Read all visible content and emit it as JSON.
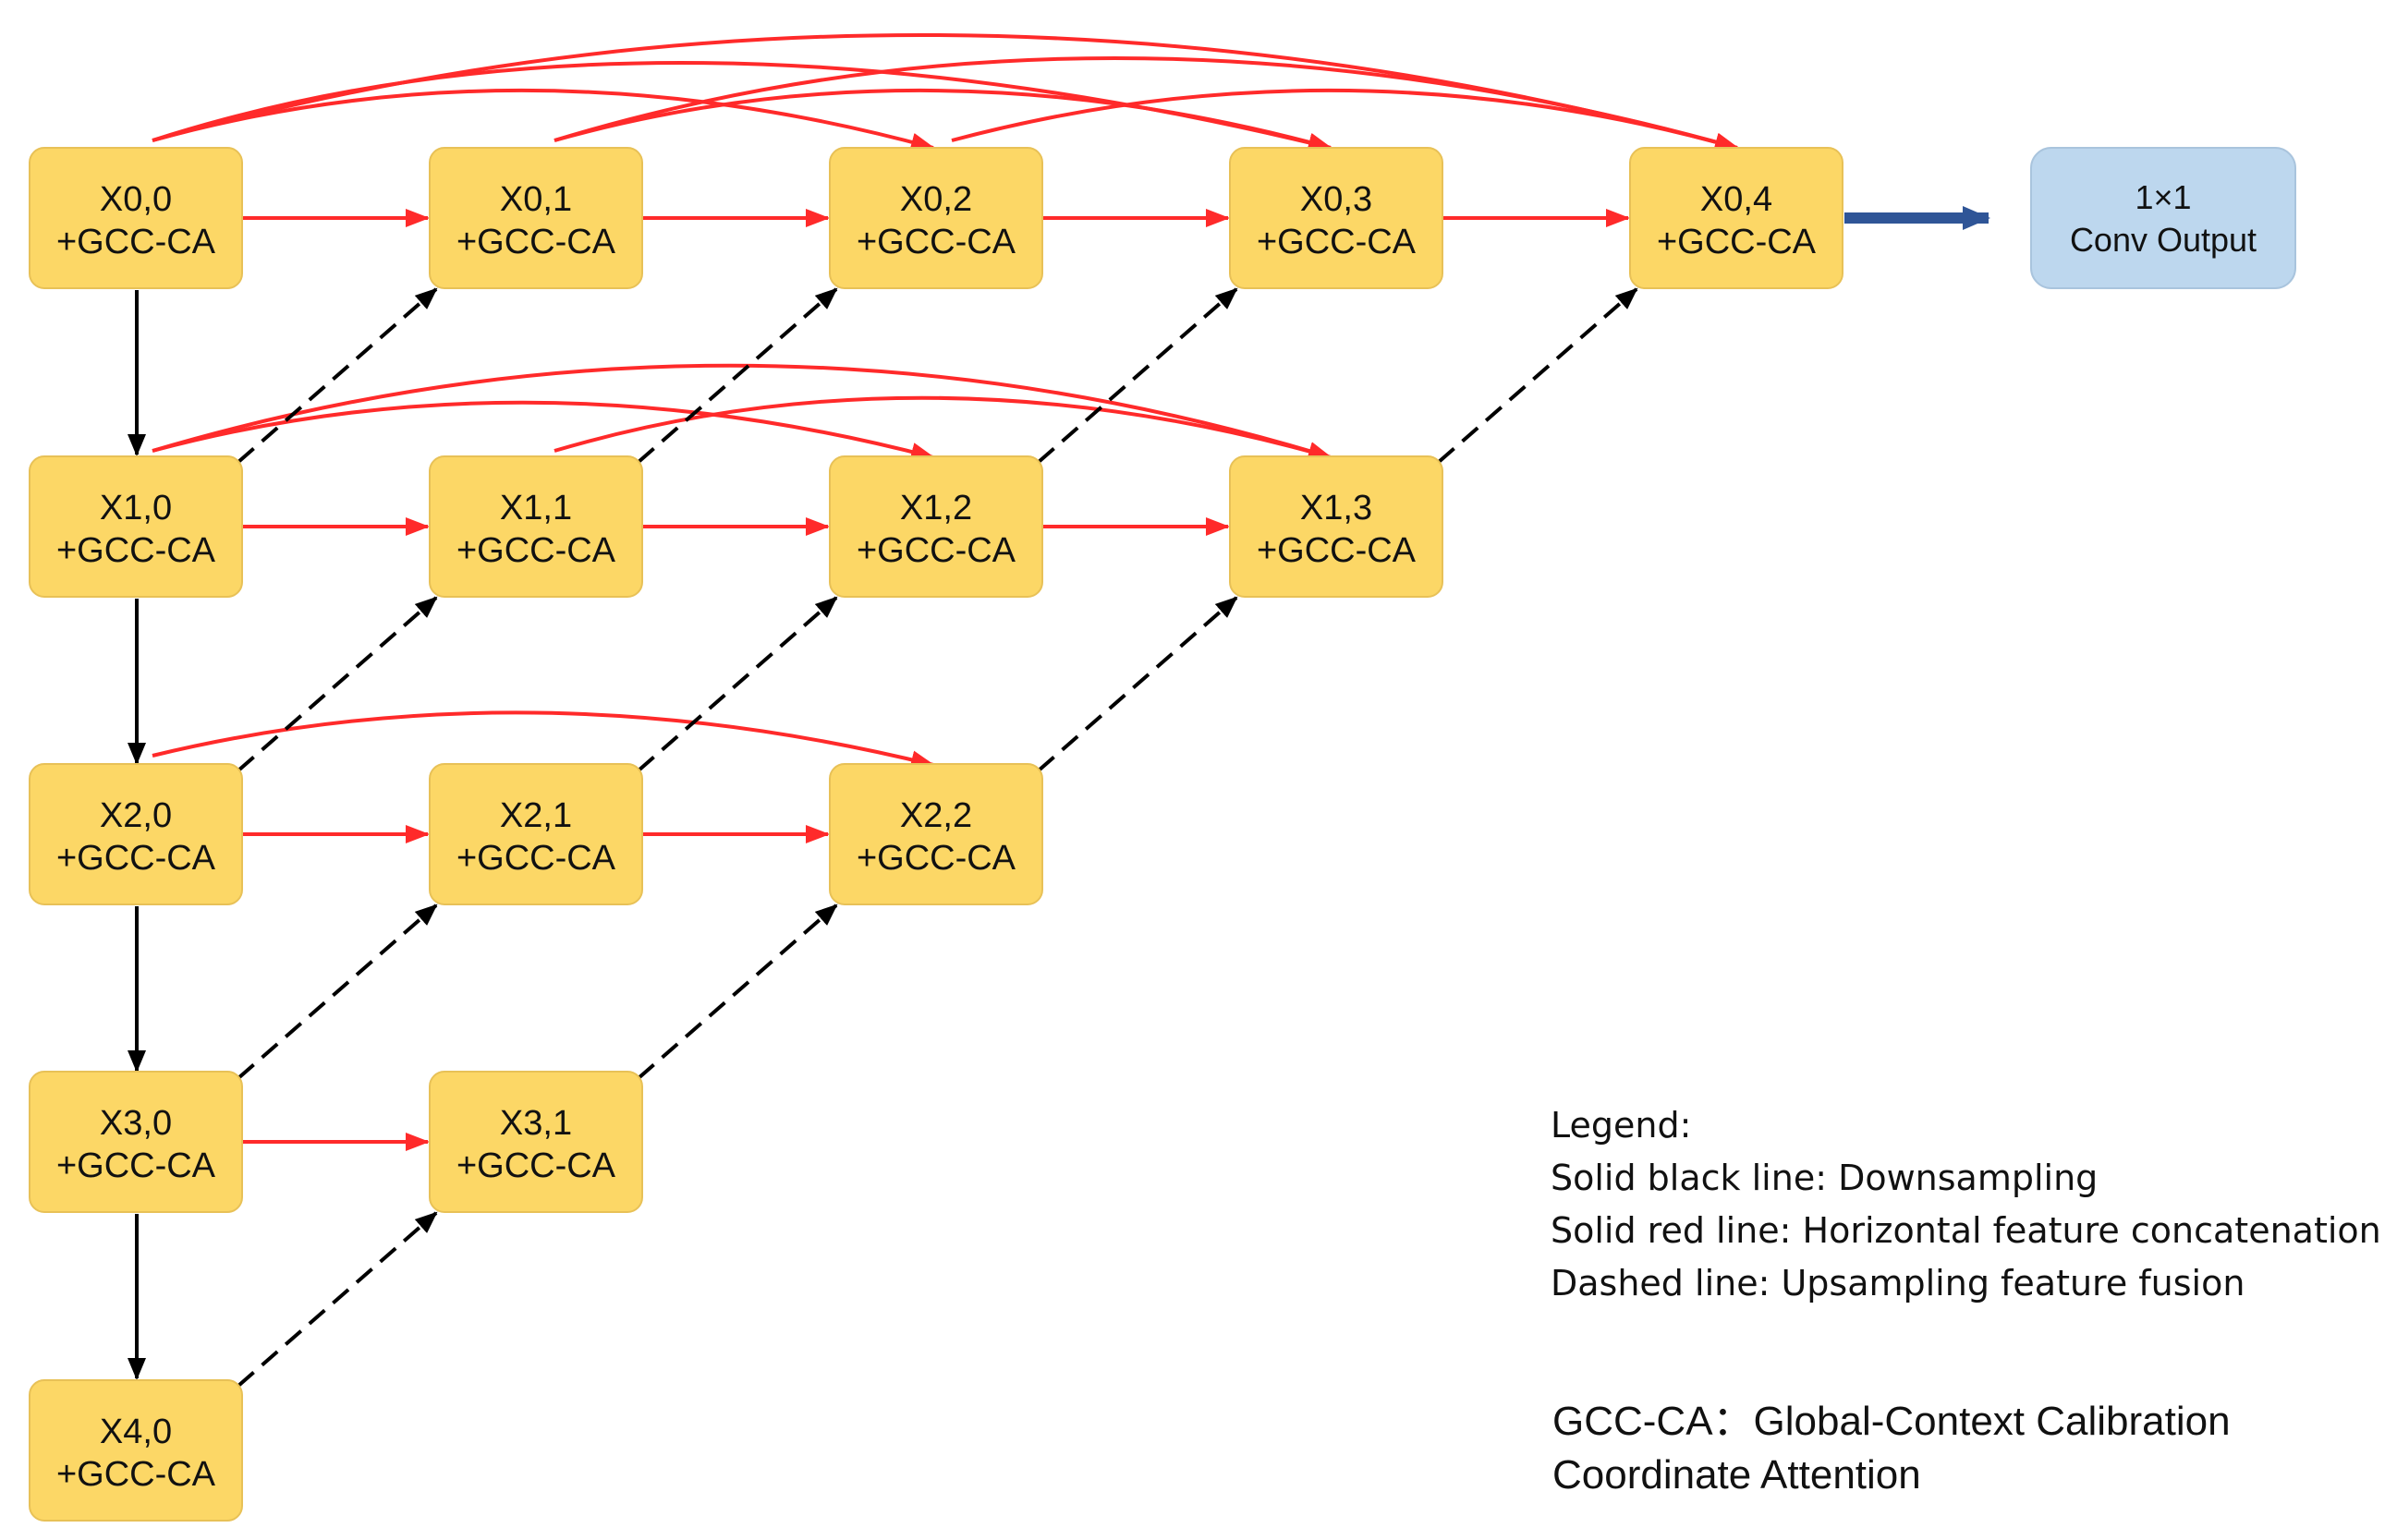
{
  "nodes": [
    {
      "id": "x00",
      "line1": "X0,0",
      "line2": "+GCC-CA"
    },
    {
      "id": "x01",
      "line1": "X0,1",
      "line2": "+GCC-CA"
    },
    {
      "id": "x02",
      "line1": "X0,2",
      "line2": "+GCC-CA"
    },
    {
      "id": "x03",
      "line1": "X0,3",
      "line2": "+GCC-CA"
    },
    {
      "id": "x04",
      "line1": "X0,4",
      "line2": "+GCC-CA"
    },
    {
      "id": "x10",
      "line1": "X1,0",
      "line2": "+GCC-CA"
    },
    {
      "id": "x11",
      "line1": "X1,1",
      "line2": "+GCC-CA"
    },
    {
      "id": "x12",
      "line1": "X1,2",
      "line2": "+GCC-CA"
    },
    {
      "id": "x13",
      "line1": "X1,3",
      "line2": "+GCC-CA"
    },
    {
      "id": "x20",
      "line1": "X2,0",
      "line2": "+GCC-CA"
    },
    {
      "id": "x21",
      "line1": "X2,1",
      "line2": "+GCC-CA"
    },
    {
      "id": "x22",
      "line1": "X2,2",
      "line2": "+GCC-CA"
    },
    {
      "id": "x30",
      "line1": "X3,0",
      "line2": "+GCC-CA"
    },
    {
      "id": "x31",
      "line1": "X3,1",
      "line2": "+GCC-CA"
    },
    {
      "id": "x40",
      "line1": "X4,0",
      "line2": "+GCC-CA"
    }
  ],
  "output": {
    "line1": "1×1",
    "line2": "Conv Output"
  },
  "legend": {
    "title": "Legend:",
    "downsampling": "Solid black line: Downsampling",
    "concatenation": "Solid red line: Horizontal feature concatenation",
    "upsampling": "Dashed line: Upsampling feature fusion"
  },
  "note": {
    "line1": "GCC-CA：Global-Context Calibration",
    "line2": "Coordinate Attention"
  },
  "colors": {
    "node_fill": "#FCD766",
    "output_fill": "#BDD7EE",
    "concat": "#FF2A2A",
    "down": "#000000",
    "up": "#000000",
    "output_arrow": "#2F5597"
  }
}
